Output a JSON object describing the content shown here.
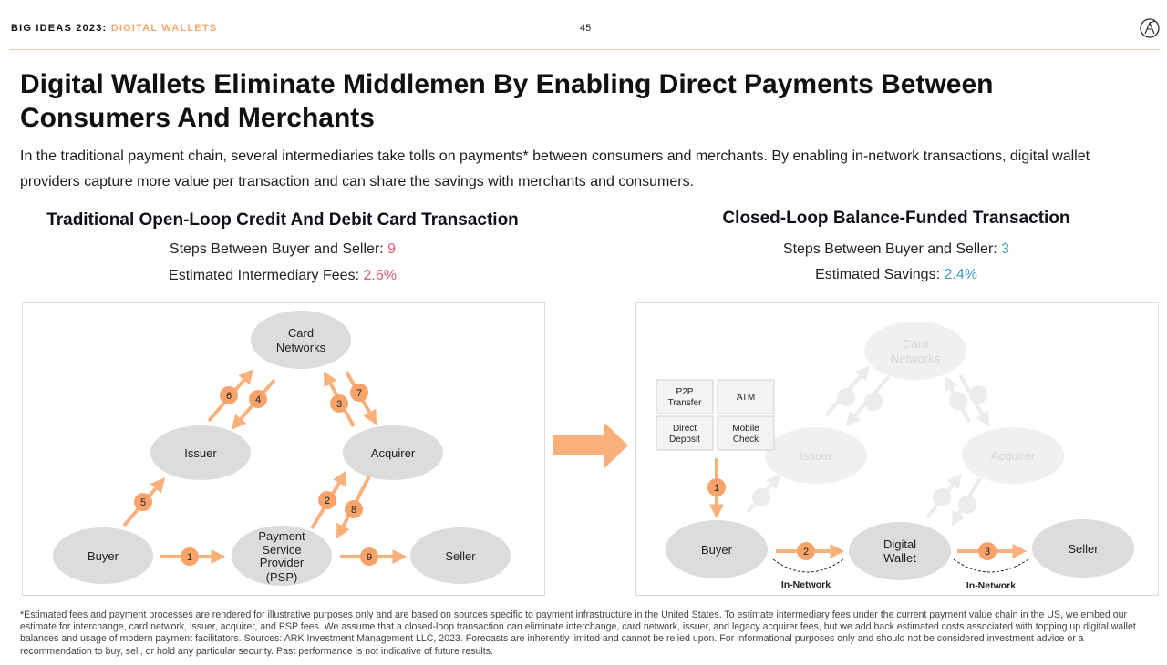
{
  "header": {
    "series": "BIG IDEAS 2023:",
    "section": "DIGITAL WALLETS",
    "page_number": "45",
    "logo_icon": "ark-logo-icon"
  },
  "title": "Digital Wallets Eliminate Middlemen By Enabling Direct Payments Between Consumers And Merchants",
  "subtitle": "In the traditional payment chain, several intermediaries take tolls on payments* between consumers and merchants. By enabling in-network transactions, digital wallet providers capture more value per transaction and can share the savings with merchants and consumers.",
  "left_panel": {
    "title": "Traditional Open-Loop Credit And Debit Card Transaction",
    "steps_label": "Steps Between Buyer and Seller:",
    "steps_value": "9",
    "fees_label": "Estimated Intermediary Fees:",
    "fees_value": "2.6%",
    "nodes": {
      "card_networks": [
        "Card",
        "Networks"
      ],
      "issuer": "Issuer",
      "acquirer": "Acquirer",
      "buyer": "Buyer",
      "psp": [
        "Payment",
        "Service",
        "Provider",
        "(PSP)"
      ],
      "seller": "Seller"
    },
    "step_badges": [
      "1",
      "2",
      "3",
      "4",
      "5",
      "6",
      "7",
      "8",
      "9"
    ]
  },
  "right_panel": {
    "title": "Closed-Loop Balance-Funded Transaction",
    "steps_label": "Steps Between Buyer and Seller:",
    "steps_value": "3",
    "savings_label": "Estimated Savings:",
    "savings_value": "2.4%",
    "faded_nodes": {
      "card_networks": [
        "Card",
        "Networks"
      ],
      "issuer": "Issuer",
      "acquirer": "Acquirer"
    },
    "funding_sources": [
      [
        "P2P",
        "Transfer"
      ],
      [
        "ATM"
      ],
      [
        "Direct",
        "Deposit"
      ],
      [
        "Mobile",
        "Check"
      ]
    ],
    "nodes": {
      "buyer": "Buyer",
      "wallet": [
        "Digital",
        "Wallet"
      ],
      "seller": "Seller"
    },
    "step_badges": [
      "1",
      "2",
      "3"
    ],
    "in_network_label": "In-Network"
  },
  "colors": {
    "accent_orange": "#f9b07a",
    "badge_orange": "#f7a36a",
    "node_grey": "#dcdcdc",
    "faded_grey": "#f0f0f0",
    "red_value": "#e0566e",
    "blue_value": "#3a9bc1"
  },
  "footnote": "*Estimated fees and payment processes are rendered for illustrative purposes only and are based on sources specific to payment infrastructure in the United States. To estimate intermediary fees under the current payment value chain in the US, we embed our estimate for interchange, card network, issuer, acquirer, and PSP fees. We assume that a closed-loop transaction can eliminate interchange, card network, issuer, and legacy acquirer fees, but we add back estimated costs associated with topping up digital wallet balances and usage of modern payment facilitators. Sources: ARK Investment Management LLC, 2023. Forecasts are inherently limited and cannot be relied upon. For informational purposes only and should not be considered investment advice or a recommendation to buy, sell, or hold any particular security. Past performance is not indicative of future results."
}
